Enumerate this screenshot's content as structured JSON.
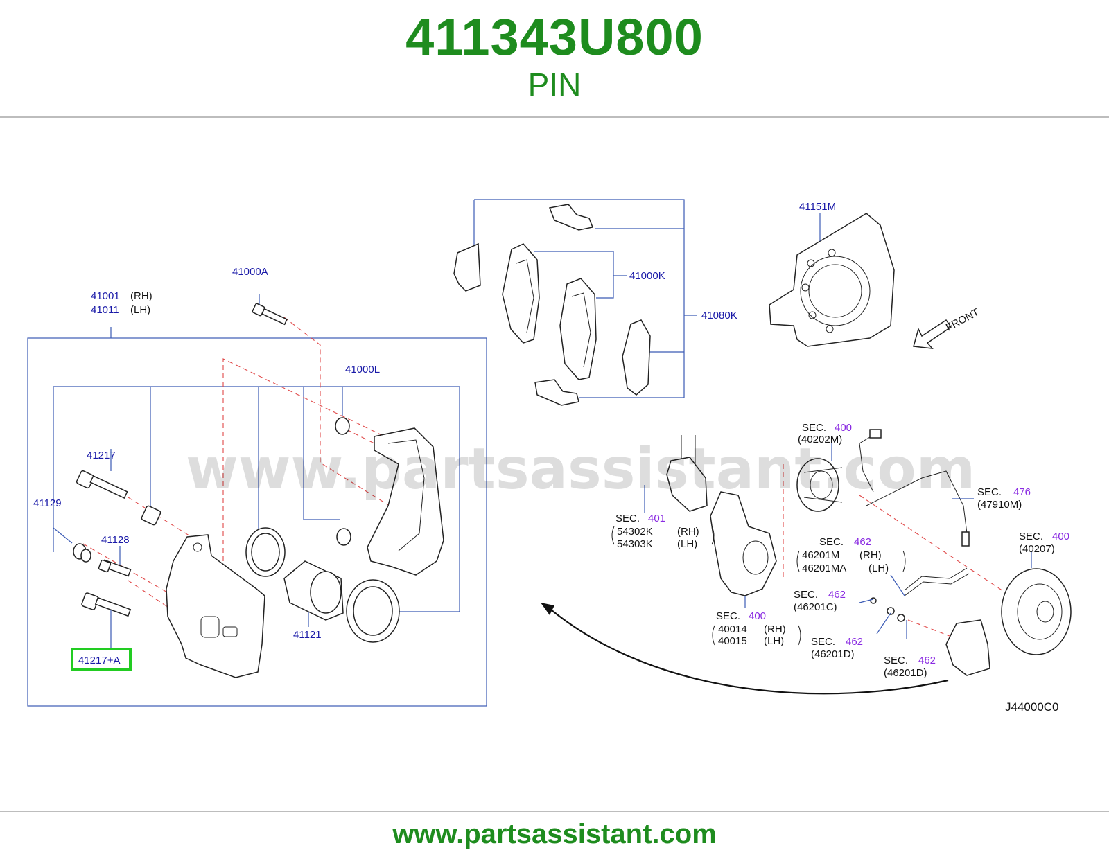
{
  "header": {
    "part_number": "411343U800",
    "part_name": "PIN"
  },
  "footer": {
    "url": "www.partsassistant.com"
  },
  "watermark": "www.partsassistant.com",
  "diagram": {
    "code": "J44000C0",
    "front_label": "FRONT",
    "highlight_color": "#22cc22",
    "labels": {
      "l41001": "41001",
      "l41001_rh": "(RH)",
      "l41011": "41011",
      "l41011_lh": "(LH)",
      "l41000A": "41000A",
      "l41000L": "41000L",
      "l41217": "41217",
      "l41129": "41129",
      "l41128": "41128",
      "l41217A": "41217+A",
      "l41121": "41121",
      "l41000K": "41000K",
      "l41080K": "41080K",
      "l41151M": "41151M",
      "sec": "SEC.",
      "n400": "400",
      "n401": "401",
      "n462": "462",
      "n476": "476",
      "p40202M": "(40202M)",
      "p47910M": "(47910M)",
      "p40207": "(40207)",
      "p46201C": "(46201C)",
      "p46201D": "(46201D)",
      "v54302K": "54302K",
      "v54303K": "54303K",
      "v46201M": "46201M",
      "v46201MA": "46201MA",
      "v40014": "40014",
      "v40015": "40015",
      "rh": "(RH)",
      "lh": "(LH)"
    }
  }
}
